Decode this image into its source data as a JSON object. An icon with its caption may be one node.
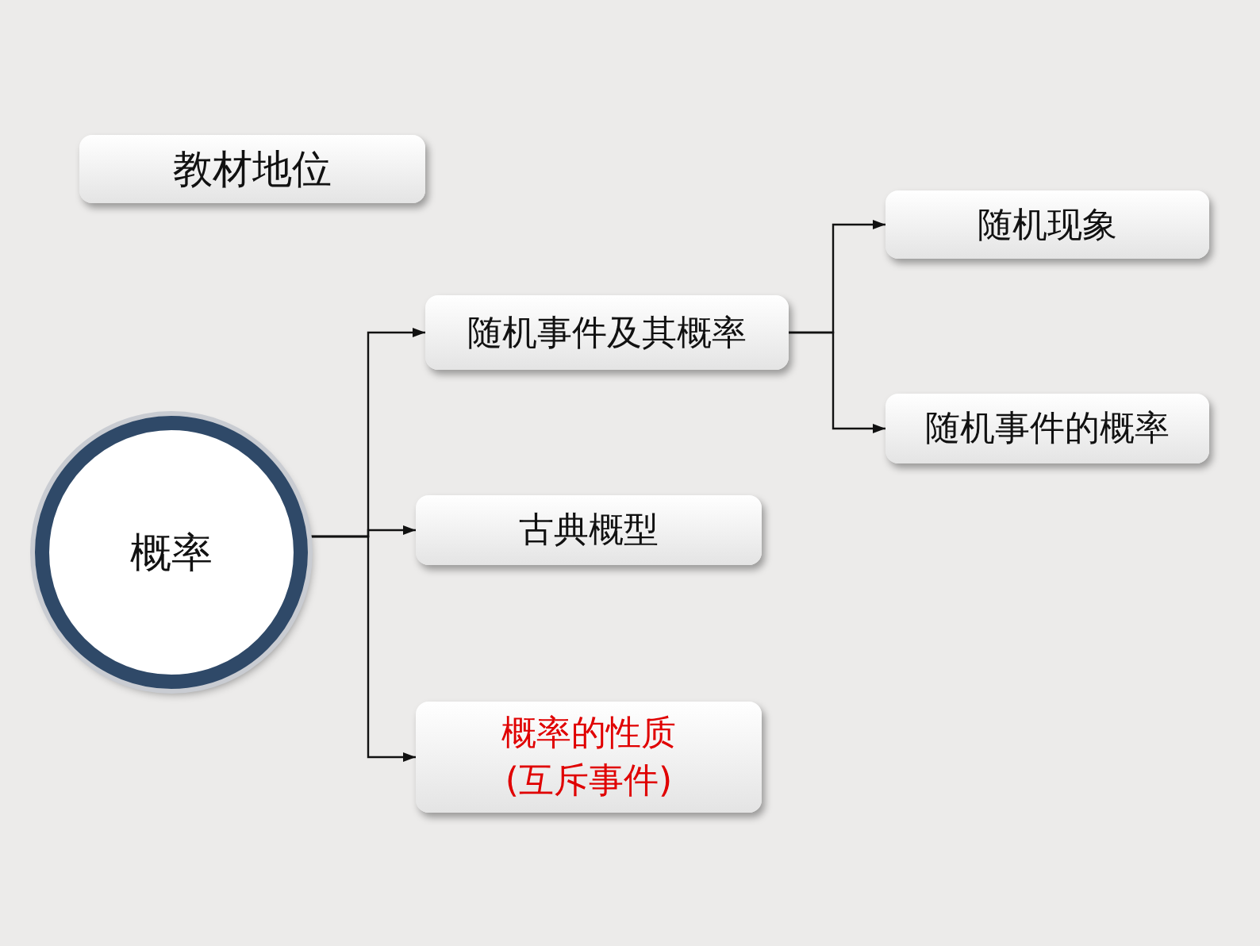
{
  "diagram": {
    "nodes": [
      {
        "text": [
          "教材地位"
        ]
      },
      {
        "text": [
          "概率"
        ]
      },
      {
        "text": [
          "随机事件及其概率"
        ]
      },
      {
        "text": [
          "古典概型"
        ]
      },
      {
        "text": [
          "概率的性质",
          "(互斥事件)"
        ]
      },
      {
        "text": [
          "随机现象"
        ]
      },
      {
        "text": [
          "随机事件的概率"
        ]
      }
    ],
    "edges": [
      {
        "from": 1,
        "to": 2,
        "arrow": "to"
      },
      {
        "from": 1,
        "to": 3,
        "arrow": "to"
      },
      {
        "from": 1,
        "to": 4,
        "arrow": "to"
      },
      {
        "from": 2,
        "to": 5,
        "arrow": "to"
      },
      {
        "from": 2,
        "to": 6,
        "arrow": "to"
      }
    ]
  }
}
